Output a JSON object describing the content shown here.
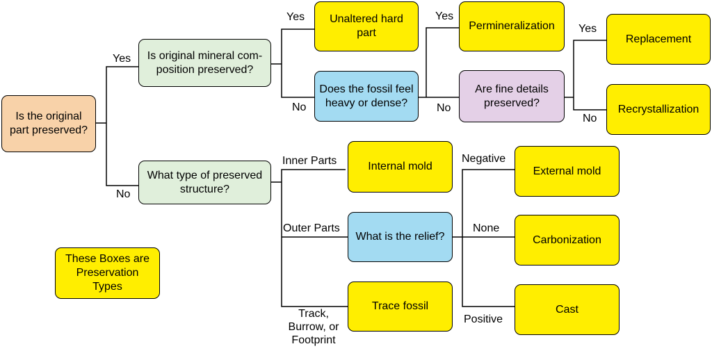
{
  "colors": {
    "start": "#f8d2a9",
    "question_green": "#e0efdb",
    "question_blue": "#a3dbf2",
    "question_purple": "#e4d0e7",
    "type_yellow": "#ffee00",
    "line": "#000000"
  },
  "nodes": {
    "start": "Is the original\npart preserved?",
    "q_mineral": "Is original mineral com-\nposition preserved?",
    "q_structure": "What type of preserved\nstructure?",
    "unaltered": "Unaltered hard\npart",
    "q_heavy": "Does the fossil feel\nheavy or dense?",
    "permineralization": "Permineralization",
    "q_fine": "Are fine details\npreserved?",
    "replacement": "Replacement",
    "recrystallization": "Recrystallization",
    "internal_mold": "Internal mold",
    "q_relief": "What is the relief?",
    "trace_fossil": "Trace fossil",
    "external_mold": "External mold",
    "carbonization": "Carbonization",
    "cast": "Cast",
    "legend": "These Boxes are\nPreservation\nTypes"
  },
  "edge_labels": {
    "start_yes": "Yes",
    "start_no": "No",
    "mineral_yes": "Yes",
    "mineral_no": "No",
    "heavy_yes": "Yes",
    "heavy_no": "No",
    "fine_yes": "Yes",
    "fine_no": "No",
    "inner_parts": "Inner Parts",
    "outer_parts": "Outer Parts",
    "track": "Track,\nBurrow, or\nFootprint",
    "negative": "Negative",
    "none": "None",
    "positive": "Positive"
  }
}
